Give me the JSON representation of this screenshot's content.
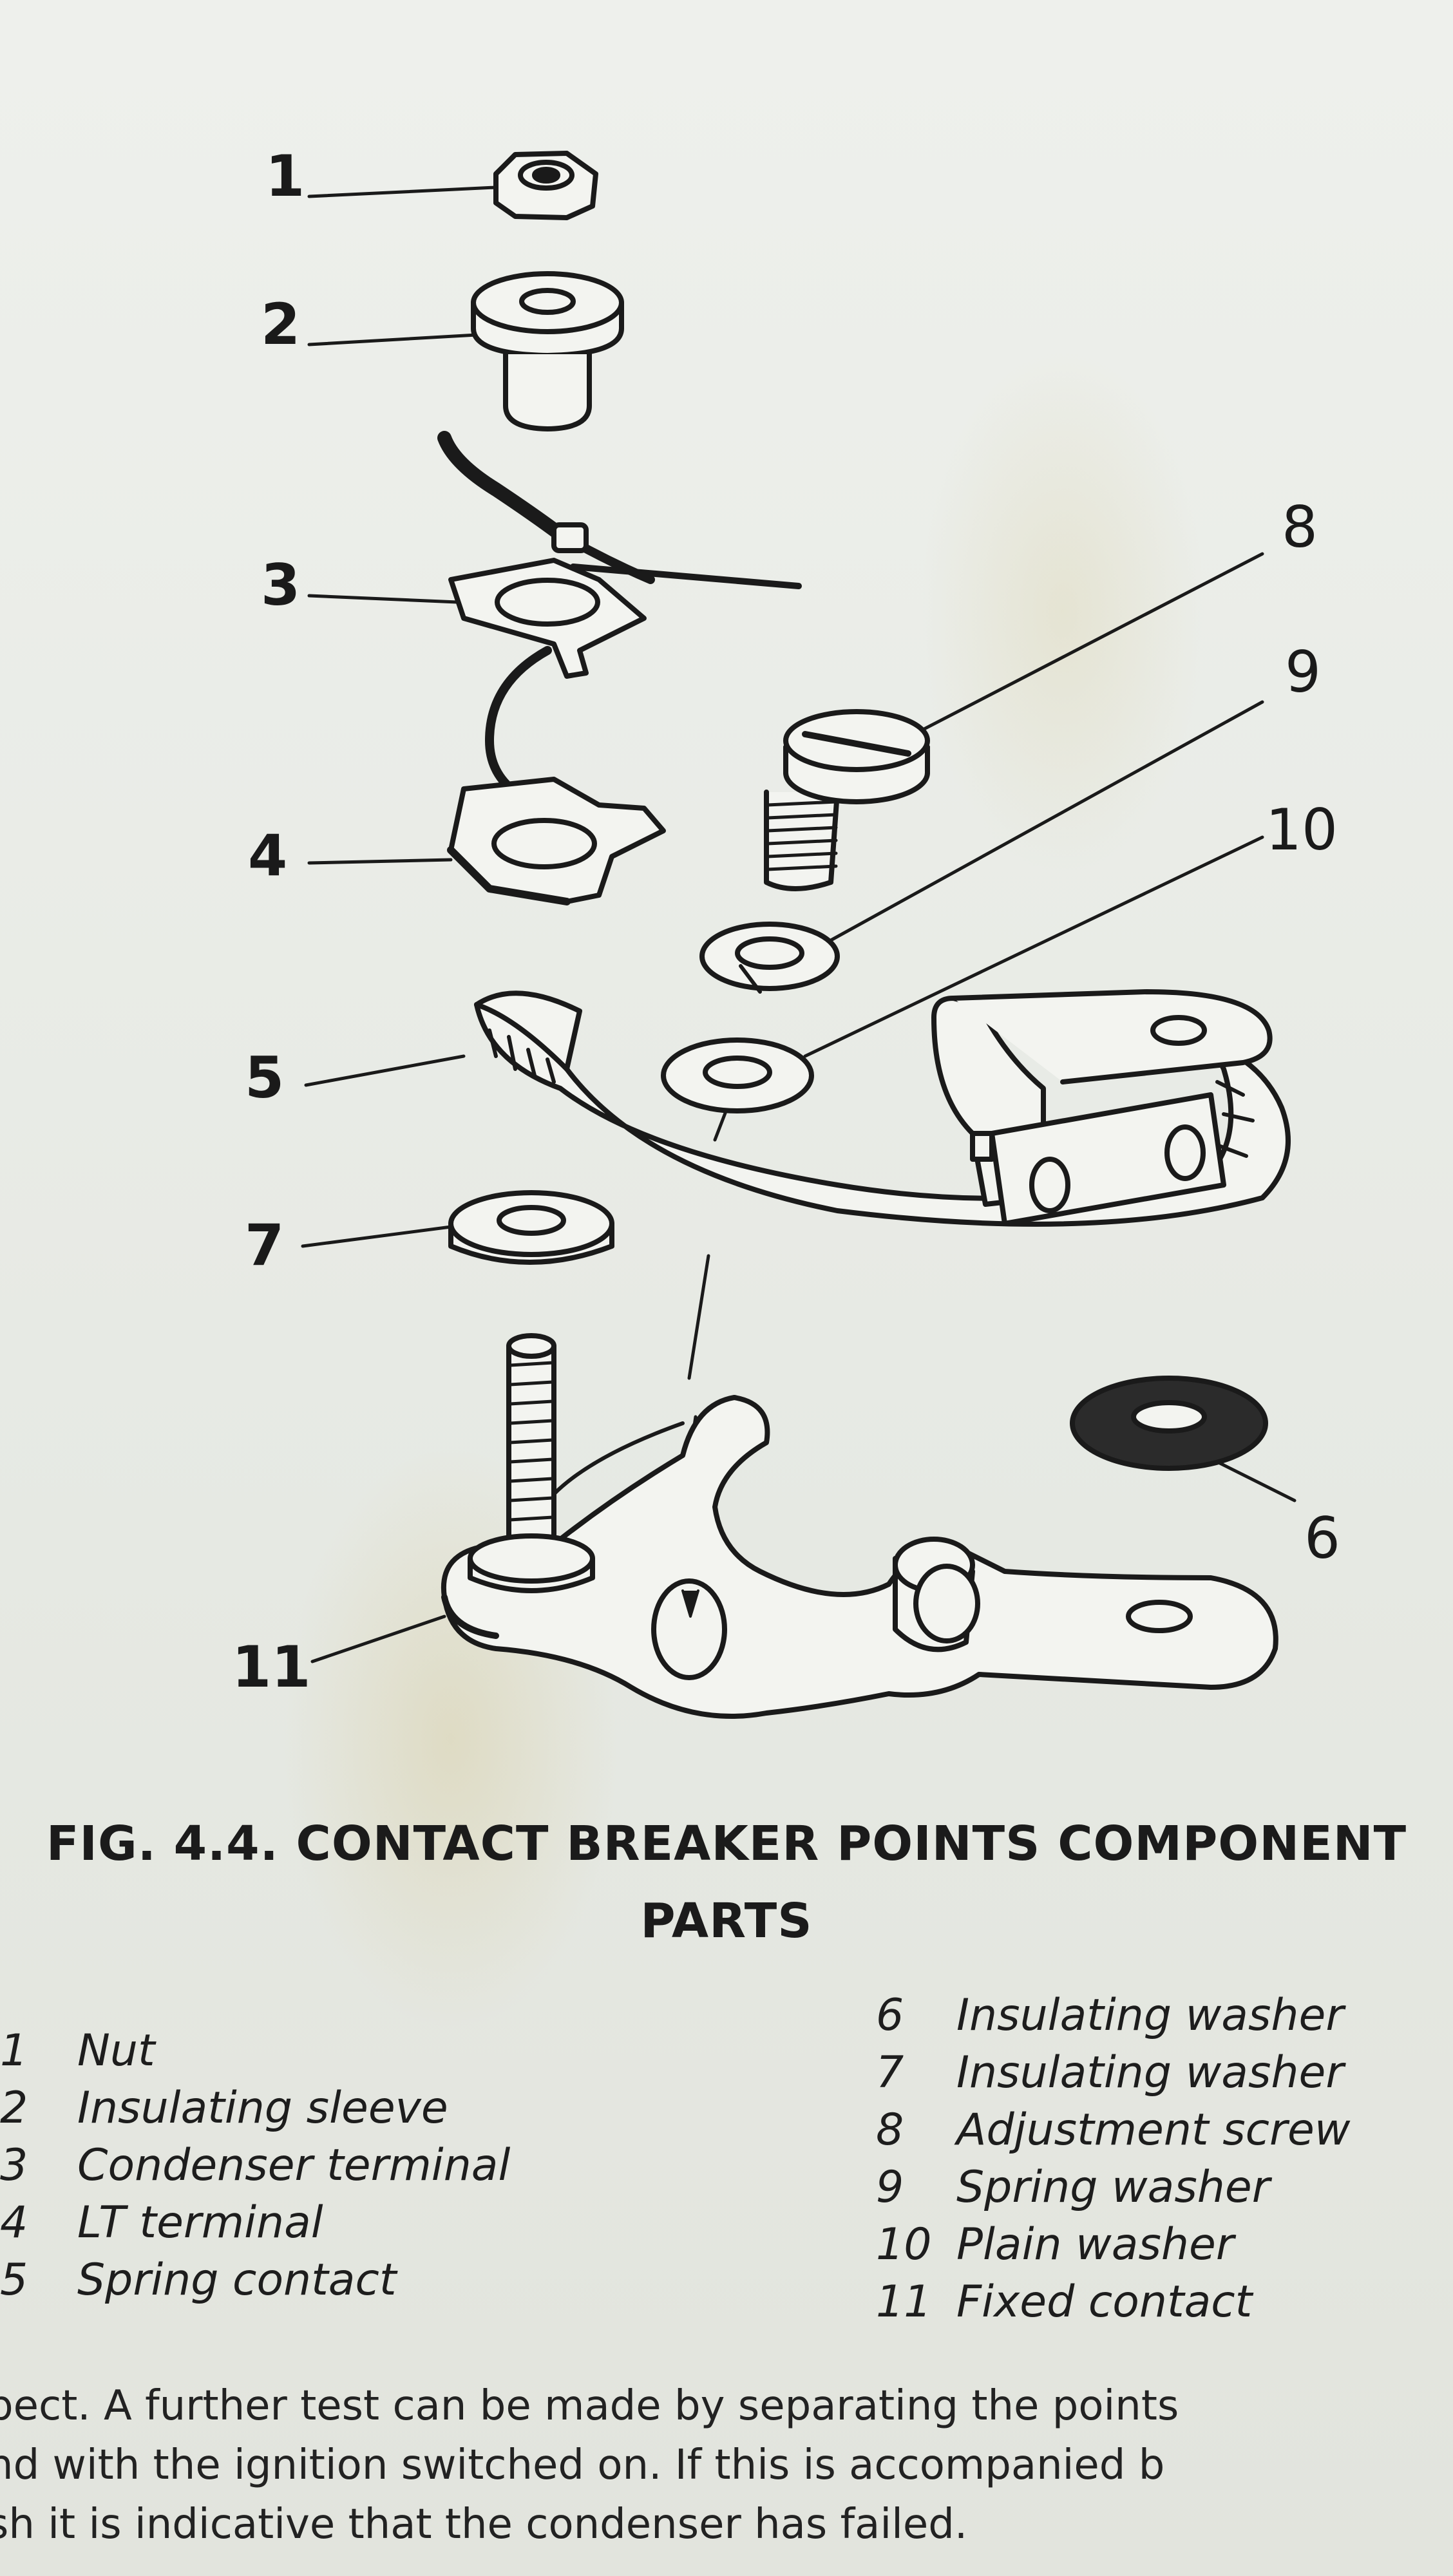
{
  "callouts": [
    {
      "number": "1",
      "label": "Nut"
    },
    {
      "number": "2",
      "label": "Insulating sleeve"
    },
    {
      "number": "3",
      "label": "Condenser terminal"
    },
    {
      "number": "4",
      "label": "LT terminal"
    },
    {
      "number": "5",
      "label": "Spring contact"
    },
    {
      "number": "6",
      "label": "Insulating washer"
    },
    {
      "number": "7",
      "label": "Insulating washer"
    },
    {
      "number": "8",
      "label": "Adjustment screw"
    },
    {
      "number": "9",
      "label": "Spring washer"
    },
    {
      "number": "10",
      "label": "Plain washer"
    },
    {
      "number": "11",
      "label": "Fixed contact"
    }
  ],
  "figure": {
    "caption_line1": "FIG. 4.4. CONTACT BREAKER POINTS COMPONENT",
    "caption_line2": "PARTS"
  },
  "body_text": [
    "pect. A further test can be made by separating the points",
    "nd with the ignition switched on. If this is accompanied b",
    "sh it is indicative that the condenser has failed."
  ]
}
